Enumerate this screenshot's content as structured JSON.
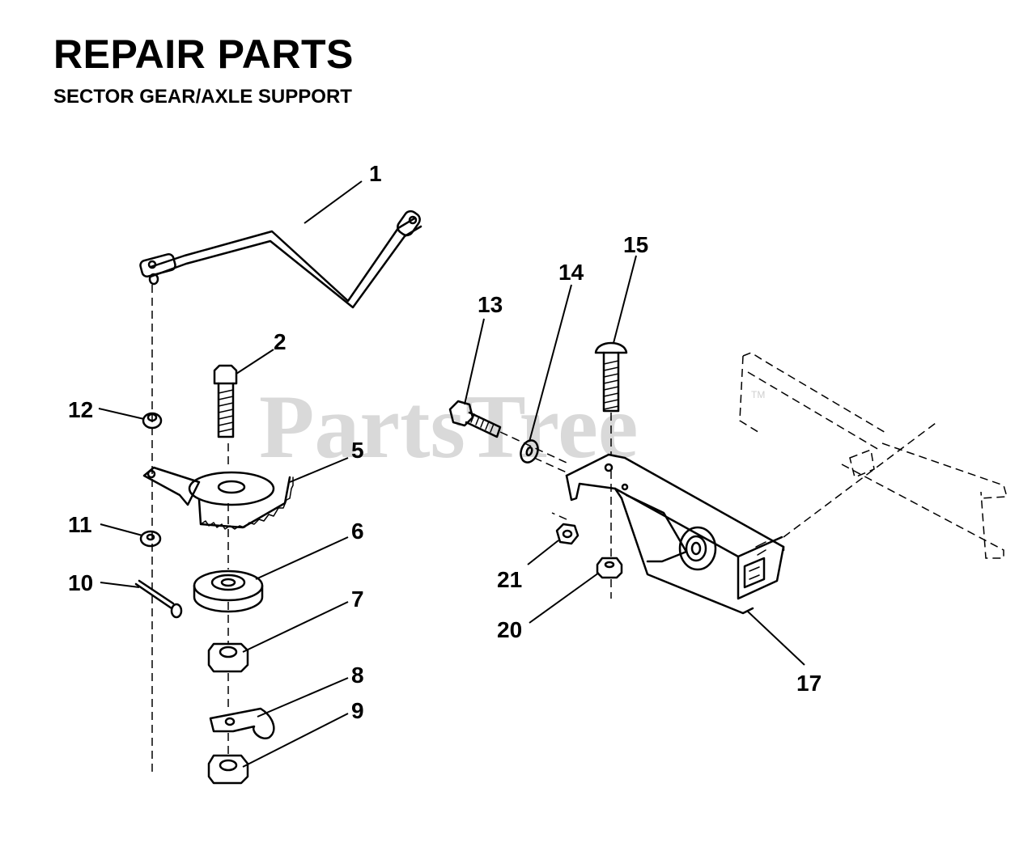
{
  "header": {
    "title": "REPAIR PARTS",
    "subtitle": "SECTOR GEAR/AXLE SUPPORT"
  },
  "watermark": {
    "text": "PartsTree",
    "trademark": "TM"
  },
  "callouts": [
    "1",
    "2",
    "5",
    "6",
    "7",
    "8",
    "9",
    "10",
    "11",
    "12",
    "13",
    "14",
    "15",
    "17",
    "20",
    "21"
  ]
}
